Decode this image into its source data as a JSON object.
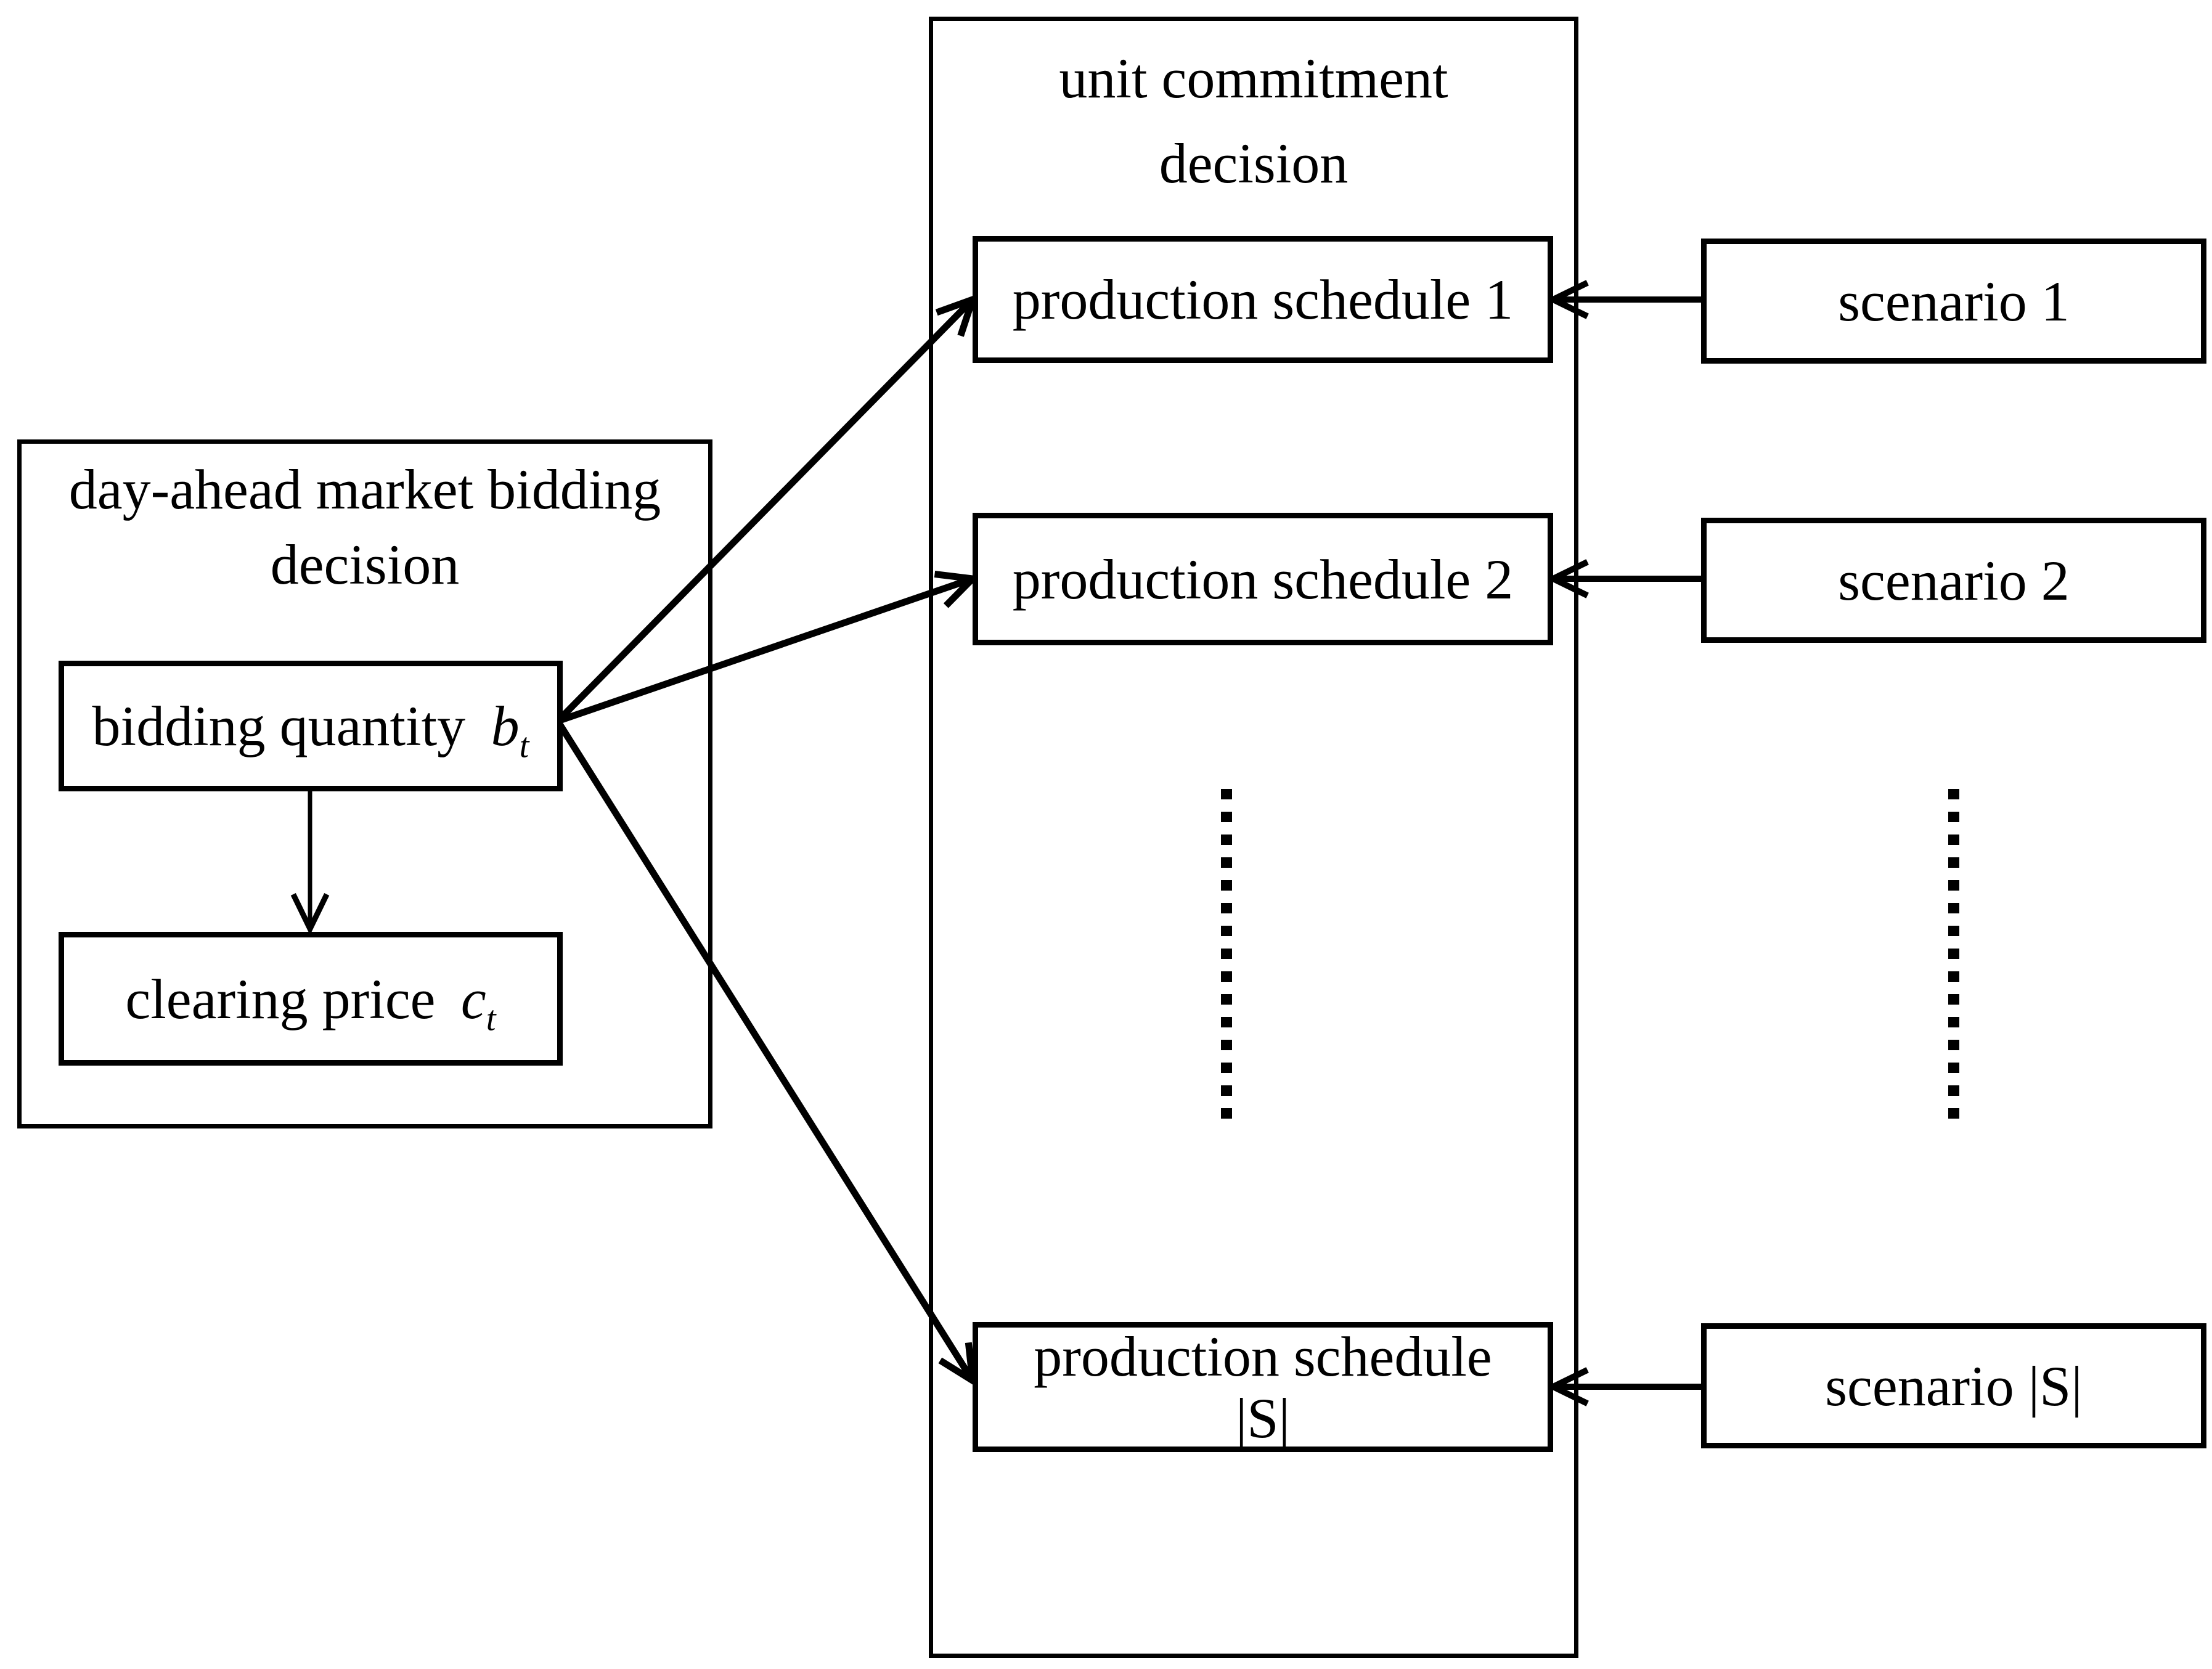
{
  "canvas": {
    "background": "#ffffff",
    "line_color": "#000000"
  },
  "left_panel": {
    "title_line1": "day-ahead market bidding",
    "title_line2": "decision",
    "bidding_box": {
      "label": "bidding quantity",
      "symbol": "b",
      "subscript": "t"
    },
    "clearing_box": {
      "label": "clearing price",
      "symbol": "c",
      "subscript": "t"
    }
  },
  "middle_panel": {
    "title_line1": "unit commitment",
    "title_line2": "decision",
    "schedule_1": "production schedule 1",
    "schedule_2": "production schedule 2",
    "schedule_s_line1": "production schedule",
    "schedule_s_line2": "|S|"
  },
  "right_column": {
    "scenario_1": "scenario 1",
    "scenario_2": "scenario 2",
    "scenario_s": "scenario |S|"
  },
  "decorations": {
    "schedule_ellipsis": "vertical-ellipsis",
    "scenario_ellipsis": "vertical-ellipsis"
  }
}
